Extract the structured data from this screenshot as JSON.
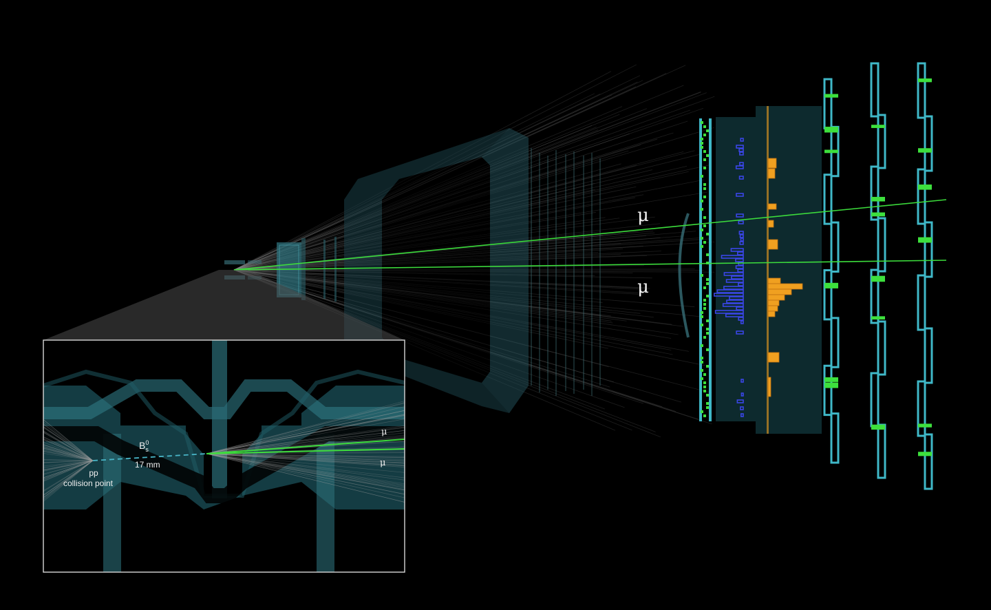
{
  "labels": {
    "mu_upper": "μ",
    "mu_lower": "μ",
    "inset_mu_upper": "μ",
    "inset_mu_lower": "μ",
    "particle_base": "B",
    "particle_sup": "0",
    "particle_sub": "s",
    "decay_length": "17 mm",
    "collision_line1": "pp",
    "collision_line2": "collision point"
  },
  "colors": {
    "background": "#000000",
    "detector_cyan": "#3fb8c8",
    "detector_dim": "#1f4f58",
    "muon_track": "#3cdc3c",
    "hits_green": "#3de03d",
    "hits_blue": "#3a46e6",
    "hits_orange": "#f0a020",
    "inset_border": "#d8d8d8"
  }
}
